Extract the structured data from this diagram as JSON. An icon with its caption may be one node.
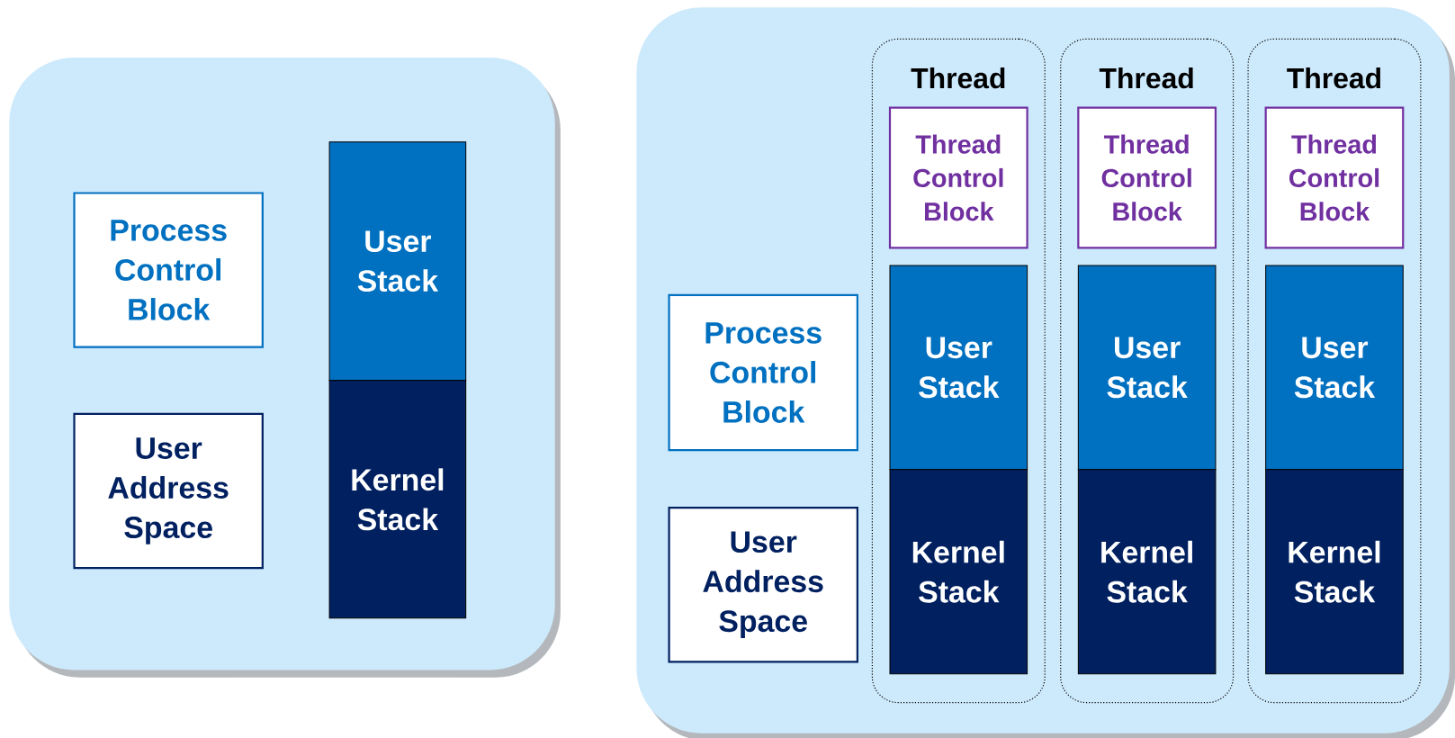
{
  "diagram": {
    "nodes": [
      {
        "text": [],
        "shape": "box"
      },
      {
        "text": [
          "Process Control Block"
        ],
        "in": 0
      },
      {
        "text": [
          "User Address Space"
        ],
        "in": 0
      },
      {
        "text": [
          "User Stack"
        ],
        "in": 0
      },
      {
        "text": [
          "Kernel Stack"
        ],
        "in": 0
      },
      {
        "text": [],
        "shape": "box"
      },
      {
        "text": [
          "Process Control Block"
        ],
        "in": 5
      },
      {
        "text": [
          "User Address Space"
        ],
        "in": 5
      },
      {
        "text": [
          "Thread"
        ],
        "in": 5
      },
      {
        "text": [
          "Thread Control Block"
        ],
        "in": 8
      },
      {
        "text": [
          "User Stack"
        ],
        "in": 8
      },
      {
        "text": [
          "Kernel Stack"
        ],
        "in": 8
      },
      {
        "text": [
          "Thread"
        ],
        "in": 5
      },
      {
        "text": [
          "Thread Control Block"
        ],
        "in": 12
      },
      {
        "text": [
          "User Stack"
        ],
        "in": 12
      },
      {
        "text": [
          "Kernel Stack"
        ],
        "in": 12
      },
      {
        "text": [
          "Thread"
        ],
        "in": 5
      },
      {
        "text": [
          "Thread Control Block"
        ],
        "in": 16
      },
      {
        "text": [
          "User Stack"
        ],
        "in": 16
      },
      {
        "text": [
          "Kernel Stack"
        ],
        "in": 16
      }
    ]
  }
}
